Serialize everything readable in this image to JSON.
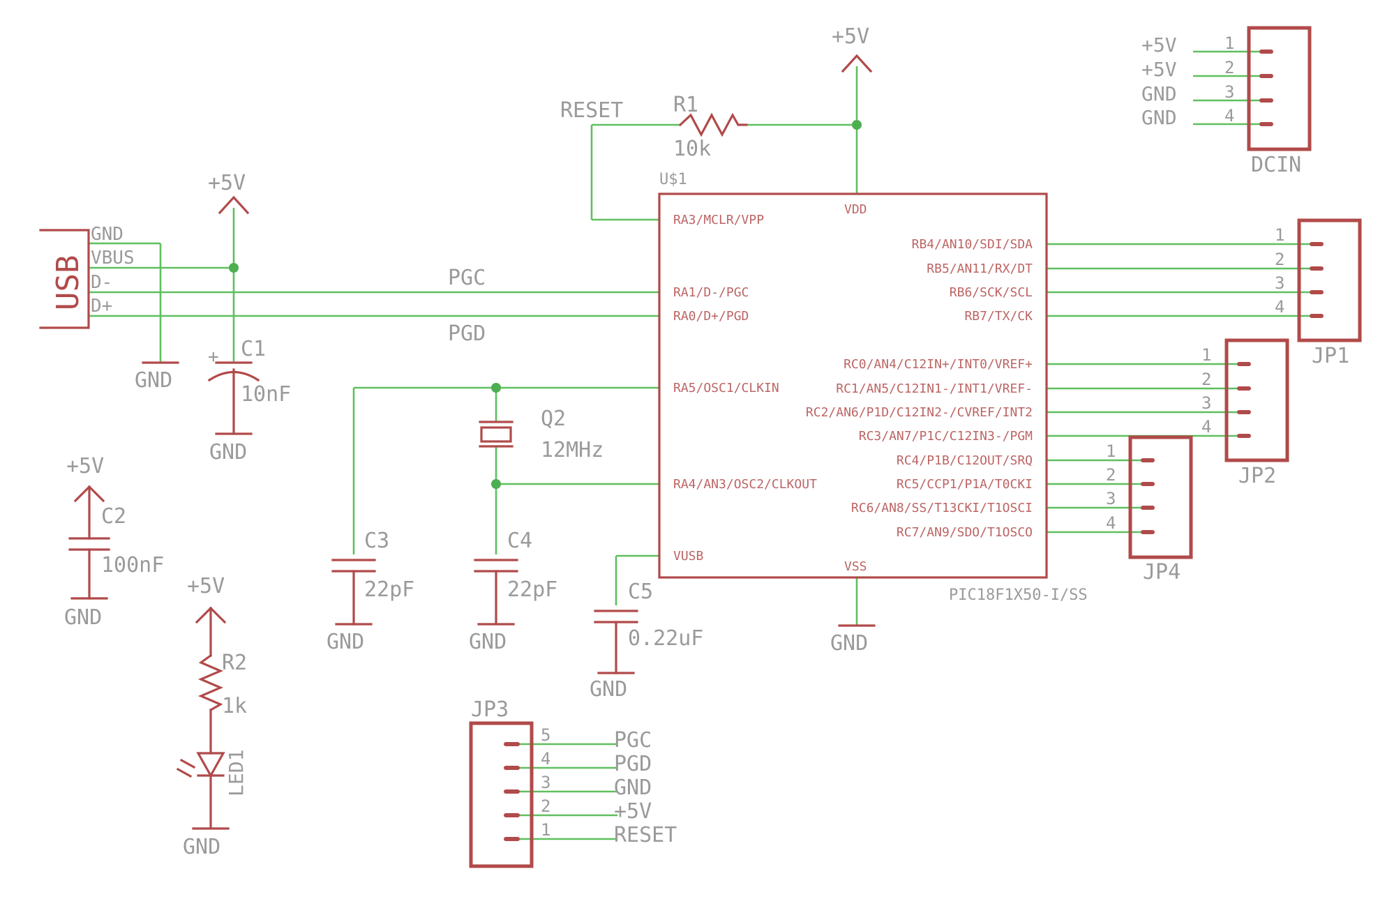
{
  "usb": {
    "label": "USB",
    "pins": [
      "GND",
      "VBUS",
      "D-",
      "D+"
    ]
  },
  "power": {
    "plus5": "+5V",
    "gnd": "GND",
    "plus": "+"
  },
  "nets": {
    "pgc": "PGC",
    "pgd": "PGD",
    "reset": "RESET"
  },
  "r1": {
    "name": "R1",
    "value": "10k"
  },
  "r2": {
    "name": "R2",
    "value": "1k"
  },
  "c1": {
    "name": "C1",
    "value": "10nF"
  },
  "c2": {
    "name": "C2",
    "value": "100nF"
  },
  "c3": {
    "name": "C3",
    "value": "22pF"
  },
  "c4": {
    "name": "C4",
    "value": "22pF"
  },
  "c5": {
    "name": "C5",
    "value": "0.22uF"
  },
  "q2": {
    "name": "Q2",
    "value": "12MHz"
  },
  "led1": {
    "name": "LED1"
  },
  "mcu": {
    "ref": "U$1",
    "part": "PIC18F1X50-I/SS",
    "vdd": "VDD",
    "vss": "VSS",
    "vusb": "VUSB",
    "left_pins": [
      "RA3/MCLR/VPP",
      "RA1/D-/PGC",
      "RA0/D+/PGD",
      "RA5/OSC1/CLKIN",
      "RA4/AN3/OSC2/CLKOUT"
    ],
    "right_pins": [
      "RB4/AN10/SDI/SDA",
      "RB5/AN11/RX/DT",
      "RB6/SCK/SCL",
      "RB7/TX/CK",
      "RC0/AN4/C12IN+/INT0/VREF+",
      "RC1/AN5/C12IN1-/INT1/VREF-",
      "RC2/AN6/P1D/C12IN2-/CVREF/INT2",
      "RC3/AN7/P1C/C12IN3-/PGM",
      "RC4/P1B/C12OUT/SRQ",
      "RC5/CCP1/P1A/T0CKI",
      "RC6/AN8/SS/T13CKI/T1OSCI",
      "RC7/AN9/SDO/T1OSCO"
    ]
  },
  "dcin": {
    "name": "DCIN",
    "pins": [
      "1",
      "2",
      "3",
      "4"
    ],
    "nets": [
      "+5V",
      "+5V",
      "GND",
      "GND"
    ]
  },
  "jp1": {
    "name": "JP1",
    "pins": [
      "1",
      "2",
      "3",
      "4"
    ]
  },
  "jp2": {
    "name": "JP2",
    "pins": [
      "1",
      "2",
      "3",
      "4"
    ]
  },
  "jp4": {
    "name": "JP4",
    "pins": [
      "1",
      "2",
      "3",
      "4"
    ]
  },
  "jp3": {
    "name": "JP3",
    "pins": [
      "5",
      "4",
      "3",
      "2",
      "1"
    ],
    "nets": [
      "PGC",
      "PGD",
      "GND",
      "+5V",
      "RESET"
    ]
  },
  "colors": {
    "wire": "#5fbf5f",
    "part": "#b14a4a",
    "text": "#9a9a9a",
    "junction": "#4caf50"
  }
}
